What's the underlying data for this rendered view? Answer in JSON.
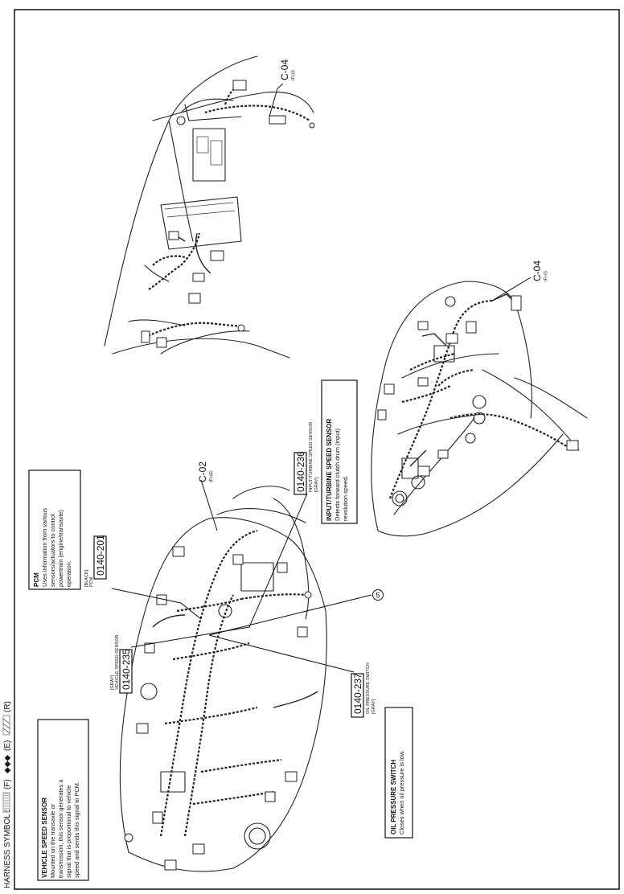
{
  "header": {
    "harness_symbol": "HARNESS SYMBOL :",
    "sym_f": "(F)",
    "sym_e": "(E)",
    "sym_r": "(R)"
  },
  "callouts": {
    "vehicle_speed_sensor": {
      "title": "VEHICLE SPEED SENSOR",
      "lines": [
        "Mounted on the transaxle or",
        "transmission, this sensor generates a",
        "signal that is proportional to vehicle",
        "speed and sends this signal to PCM."
      ]
    },
    "pcm": {
      "title": "PCM",
      "lines": [
        "Uses information from various",
        "sensors/actuators to control",
        "powertrain (engine/transaxle)",
        "operation."
      ]
    },
    "oil_pressure_switch": {
      "title": "OIL PRESSURE SWITCH",
      "lines": [
        "Closes when oil pressure is low."
      ]
    },
    "input_turbine_speed_sensor": {
      "title": "INPUT/TURBINE SPEED SENSOR",
      "lines": [
        "Detects forward clutch drum (input)",
        "revolution speed."
      ]
    }
  },
  "components": {
    "c235": {
      "code": "0140-235",
      "name": "VEHICLE SPEED SENSOR",
      "color": "[GRAY]"
    },
    "c201": {
      "code": "0140-201",
      "name": "PCM",
      "color": "[BLACK]"
    },
    "c237": {
      "code": "0140-237",
      "name": "OIL PRESSURE SWITCH",
      "color": "[GRAY]"
    },
    "c236": {
      "code": "0140-236",
      "name": "INPUT/TURBINE SPEED SENSOR",
      "color": "[GRAY]"
    }
  },
  "connectors": {
    "c02": {
      "label": "C-02",
      "sub": "(F)-(E)"
    },
    "c04_top": {
      "label": "C-04",
      "sub": "(F)-(I)"
    },
    "c04_mid": {
      "label": "C-04",
      "sub": "(F)-(I)"
    }
  },
  "ground_marker": "5"
}
